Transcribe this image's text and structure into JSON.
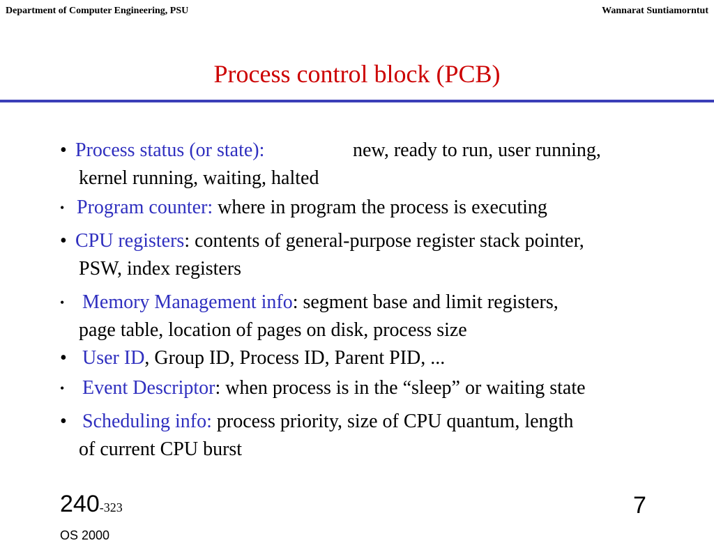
{
  "header": {
    "left": "Department of Computer Engineering, PSU",
    "right": "Wannarat  Suntiamorntut"
  },
  "title": "Process control block (PCB)",
  "items": [
    {
      "key": "Process status (or state):",
      "text": "new, ready to run, user running,",
      "cont": "kernel running, waiting, halted"
    },
    {
      "key": "Program counter:",
      "text": "where in program the process is executing"
    },
    {
      "key": "CPU registers",
      "text": ": contents of general-purpose register stack pointer,",
      "cont": "PSW, index registers"
    },
    {
      "key": "Memory Management info",
      "text": ": segment base and limit registers,",
      "cont": "page table, location of pages on disk, process size"
    },
    {
      "key": "User ID",
      "text": ", Group ID, Process ID, Parent PID, ..."
    },
    {
      "key": "Event Descriptor",
      "text": ": when process is in the “sleep” or waiting state"
    },
    {
      "key": "Scheduling info:",
      "text": "process priority, size of CPU quantum, length",
      "cont": "of current CPU burst"
    }
  ],
  "footer": {
    "course_main": "240",
    "course_sub": "-323",
    "course_line2": "OS 2000",
    "page": "7"
  },
  "colors": {
    "title": "#cc0000",
    "keyword": "#2f2fbf",
    "rule": "#3b3fb8"
  }
}
